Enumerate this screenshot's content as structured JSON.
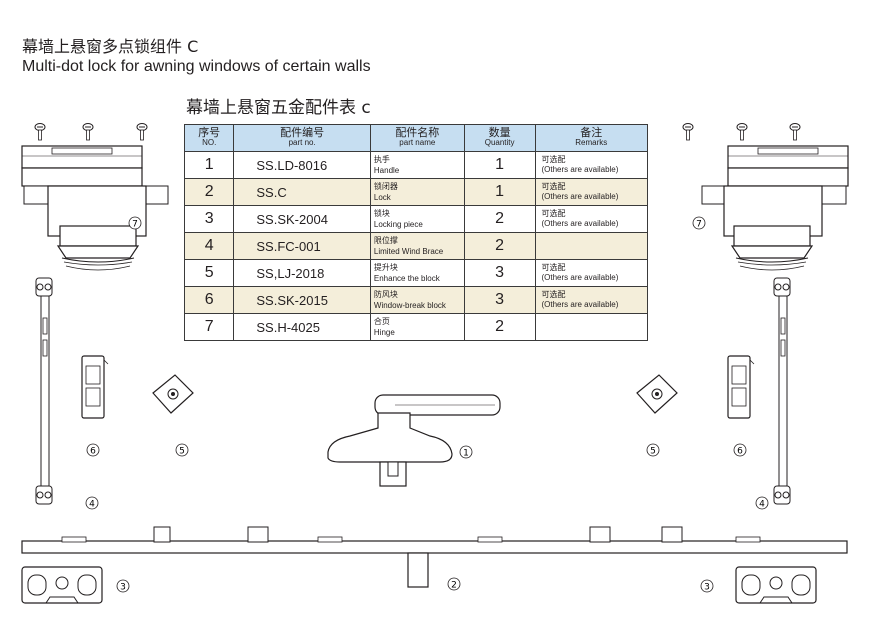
{
  "title_cn": "幕墙上悬窗多点锁组件 C",
  "title_en": "Multi-dot lock for awning windows of certain walls",
  "table_title": "幕墙上悬窗五金配件表 c",
  "table": {
    "headers": {
      "no_cn": "序号",
      "no_en": "NO.",
      "pn_cn": "配件编号",
      "pn_en": "part no.",
      "name_cn": "配件名称",
      "name_en": "part name",
      "qty_cn": "数量",
      "qty_en": "Quantity",
      "rem_cn": "备注",
      "rem_en": "Remarks"
    },
    "rows": [
      {
        "no": "1",
        "part_no": "SS.LD-8016",
        "name_cn": "执手",
        "name_en": "Handle",
        "qty": "1",
        "rem_cn": "可选配",
        "rem_en": "(Others are available)"
      },
      {
        "no": "2",
        "part_no": "SS.C",
        "name_cn": "锁闭器",
        "name_en": "Lock",
        "qty": "1",
        "rem_cn": "可选配",
        "rem_en": "(Others are available)"
      },
      {
        "no": "3",
        "part_no": "SS.SK-2004",
        "name_cn": "锁块",
        "name_en": "Locking piece",
        "qty": "2",
        "rem_cn": "可选配",
        "rem_en": "(Others are available)"
      },
      {
        "no": "4",
        "part_no": "SS.FC-001",
        "name_cn": "限位撑",
        "name_en": "Limited Wind Brace",
        "qty": "2",
        "rem_cn": "",
        "rem_en": ""
      },
      {
        "no": "5",
        "part_no": "SS,LJ-2018",
        "name_cn": "提升块",
        "name_en": "Enhance the block",
        "qty": "3",
        "rem_cn": "可选配",
        "rem_en": "(Others are available)"
      },
      {
        "no": "6",
        "part_no": "SS.SK-2015",
        "name_cn": "防风块",
        "name_en": "Window-break block",
        "qty": "3",
        "rem_cn": "可选配",
        "rem_en": "(Others are available)"
      },
      {
        "no": "7",
        "part_no": "SS.H-4025",
        "name_cn": "合页",
        "name_en": "Hinge",
        "qty": "2",
        "rem_cn": "",
        "rem_en": ""
      }
    ]
  },
  "callouts": {
    "hinge_left": "7",
    "hinge_right": "7",
    "brace_left": "4",
    "brace_right": "4",
    "block6_left": "6",
    "block6_right": "6",
    "block5_left": "5",
    "block5_right": "5",
    "handle": "1",
    "lock": "2",
    "piece_left": "3",
    "piece_right": "3"
  }
}
